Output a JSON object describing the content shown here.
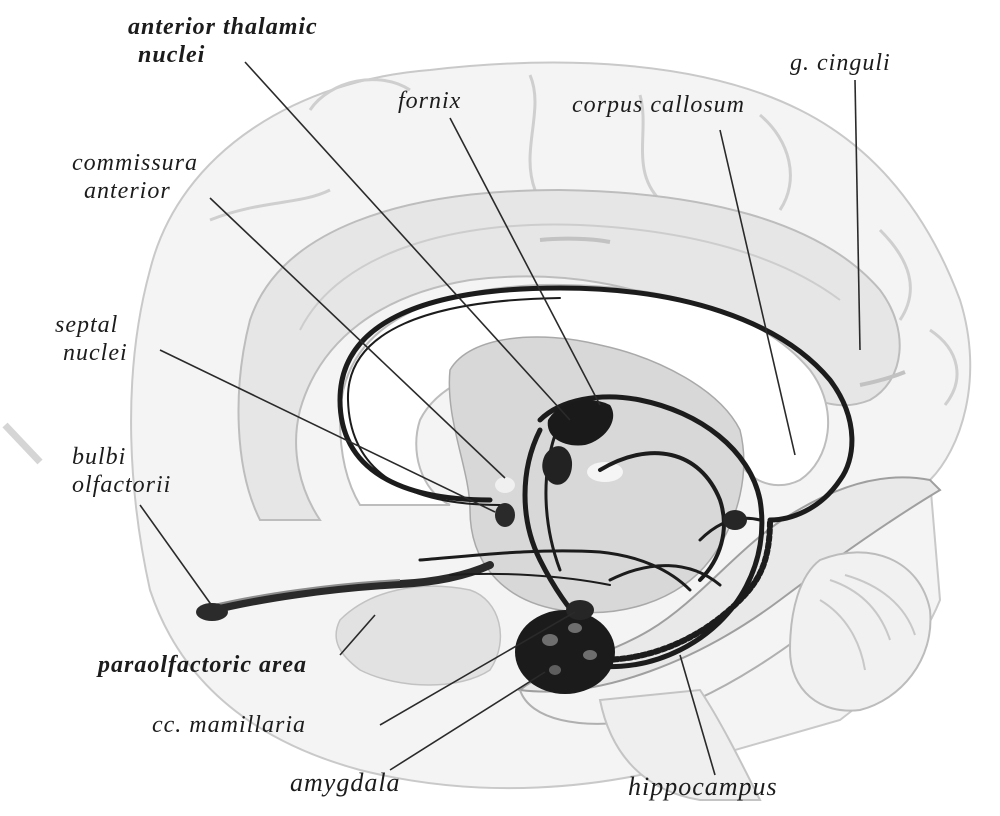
{
  "labels": {
    "anterior_thalamic_nuclei": [
      "anterior thalamic",
      "nuclei"
    ],
    "fornix": "fornix",
    "corpus_callosum": "corpus callosum",
    "g_cinguli": "g. cinguli",
    "commissura_anterior": [
      "commissura",
      "anterior"
    ],
    "septal_nuclei": [
      "septal",
      "nuclei"
    ],
    "bulbi_olfactorii": [
      "bulbi",
      "olfactorii"
    ],
    "paraolfactoric_area": "paraolfactoric area",
    "cc_mamillaria": "cc. mamillaria",
    "amygdala": "amygdala",
    "hippocampus": "hippocampus"
  }
}
